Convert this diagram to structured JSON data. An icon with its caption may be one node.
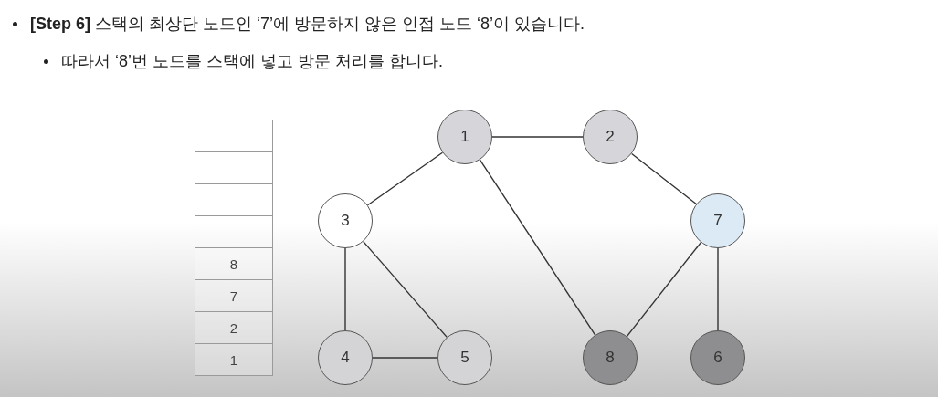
{
  "diagram": {
    "nodes": [
      {
        "text": [
          "1"
        ]
      },
      {
        "text": [
          "2"
        ]
      },
      {
        "text": [
          "3"
        ]
      },
      {
        "text": [
          "7"
        ]
      },
      {
        "text": [
          "4"
        ]
      },
      {
        "text": [
          "5"
        ]
      },
      {
        "text": [
          "8"
        ]
      },
      {
        "text": [
          "6"
        ]
      }
    ],
    "edges": [
      {
        "from": 0,
        "to": 1,
        "arrow": "none"
      },
      {
        "from": 0,
        "to": 2,
        "arrow": "none"
      },
      {
        "from": 0,
        "to": 6,
        "arrow": "none"
      },
      {
        "from": 1,
        "to": 3,
        "arrow": "none"
      },
      {
        "from": 2,
        "to": 4,
        "arrow": "none"
      },
      {
        "from": 2,
        "to": 5,
        "arrow": "none"
      },
      {
        "from": 4,
        "to": 5,
        "arrow": "none"
      },
      {
        "from": 3,
        "to": 6,
        "arrow": "none"
      },
      {
        "from": 3,
        "to": 7,
        "arrow": "none"
      }
    ],
    "labels": [
      "**[Step 6]** 스택의 최상단 노드인 ‘7’에 방문하지 않은 인접 노드 ‘8’이 있습니다.",
      "따라서 ‘8’번 노드를 스택에 넣고 방문 처리를 합니다.",
      "8",
      "7",
      "2",
      "1"
    ]
  }
}
